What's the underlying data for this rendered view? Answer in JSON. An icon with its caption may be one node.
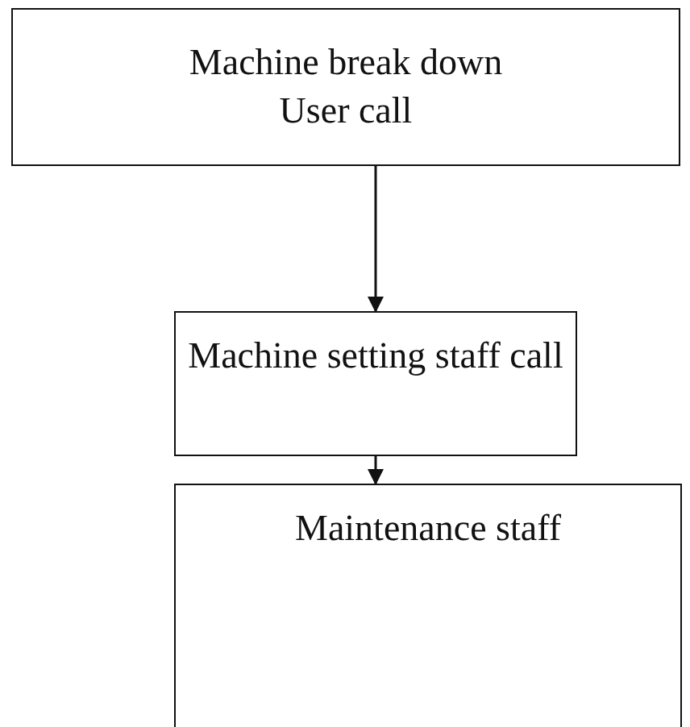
{
  "diagram": {
    "nodes": [
      {
        "text": [
          "Machine break down",
          "User call"
        ]
      },
      {
        "text": [
          "Machine setting staff call"
        ]
      },
      {
        "text": [
          "Maintenance staff"
        ]
      }
    ],
    "edges": [
      {
        "from": 0,
        "to": 1,
        "arrow": "to"
      },
      {
        "from": 1,
        "to": 2,
        "arrow": "to"
      }
    ]
  }
}
